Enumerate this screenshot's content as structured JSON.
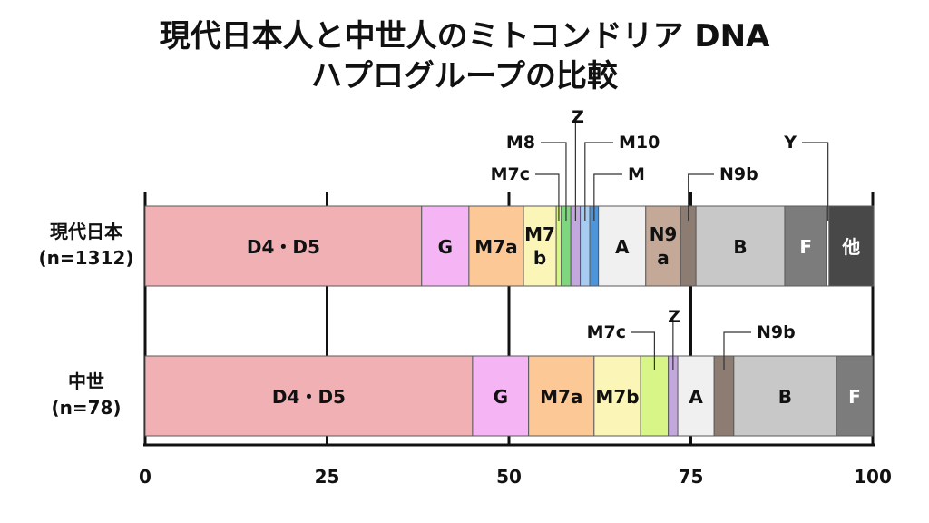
{
  "chart_data": {
    "type": "bar",
    "orientation": "horizontal",
    "stacked": true,
    "title_lines": [
      "現代日本人と中世人のミトコンドリア DNA",
      "ハプログループの比較"
    ],
    "xlim": [
      0,
      100
    ],
    "xticks": [
      "0",
      "25",
      "50",
      "75",
      "100"
    ],
    "grid": true,
    "rows": [
      {
        "label_lines": [
          "現代日本",
          "(n=1312)"
        ],
        "segments": [
          {
            "label": "D4・D5",
            "value": 38,
            "color": "#f0b0b4"
          },
          {
            "label": "G",
            "value": 6.5,
            "color": "#f5b5f5"
          },
          {
            "label": "M7a",
            "value": 7.5,
            "color": "#fcc896"
          },
          {
            "label": "M7b",
            "value": 4.5,
            "color": "#fbf5b8"
          },
          {
            "label": "M7c",
            "value": 0.7,
            "color": "#d8f588",
            "callout": true
          },
          {
            "label": "M8",
            "value": 1.3,
            "color": "#7ed67e",
            "callout": true
          },
          {
            "label": "Z",
            "value": 1.3,
            "color": "#c2a8dc",
            "callout": true
          },
          {
            "label": "M10",
            "value": 1.3,
            "color": "#a8ccf0",
            "callout": true
          },
          {
            "label": "M",
            "value": 1.2,
            "color": "#4d94d8",
            "callout": true
          },
          {
            "label": "A",
            "value": 6.5,
            "color": "#f0f0f0"
          },
          {
            "label": "N9a",
            "value": 4.8,
            "color": "#c4a898"
          },
          {
            "label": "N9b",
            "value": 2.1,
            "color": "#8c7c72",
            "callout": true
          },
          {
            "label": "B",
            "value": 12.2,
            "color": "#c8c8c8"
          },
          {
            "label": "F",
            "value": 5.8,
            "color": "#7c7c7c",
            "light": true
          },
          {
            "label": "Y",
            "value": 0.3,
            "color": "#ffffff",
            "callout": true
          },
          {
            "label": "他",
            "value": 6.1,
            "color": "#484848",
            "light": true
          }
        ]
      },
      {
        "label_lines": [
          "中世",
          "(n=78)"
        ],
        "segments": [
          {
            "label": "D4・D5",
            "value": 45,
            "color": "#f0b0b4"
          },
          {
            "label": "G",
            "value": 7.7,
            "color": "#f5b5f5"
          },
          {
            "label": "M7a",
            "value": 9,
            "color": "#fcc896"
          },
          {
            "label": "M7b",
            "value": 6.4,
            "color": "#fbf5b8"
          },
          {
            "label": "M7c",
            "value": 3.8,
            "color": "#d8f588",
            "callout": true
          },
          {
            "label": "Z",
            "value": 1.3,
            "color": "#c2a8dc",
            "callout": true
          },
          {
            "label": "A",
            "value": 5,
            "color": "#f0f0f0"
          },
          {
            "label": "N9b",
            "value": 2.7,
            "color": "#8c7c72",
            "callout": true
          },
          {
            "label": "B",
            "value": 14.1,
            "color": "#c8c8c8"
          },
          {
            "label": "F",
            "value": 5,
            "color": "#7c7c7c",
            "light": true
          }
        ]
      }
    ]
  }
}
